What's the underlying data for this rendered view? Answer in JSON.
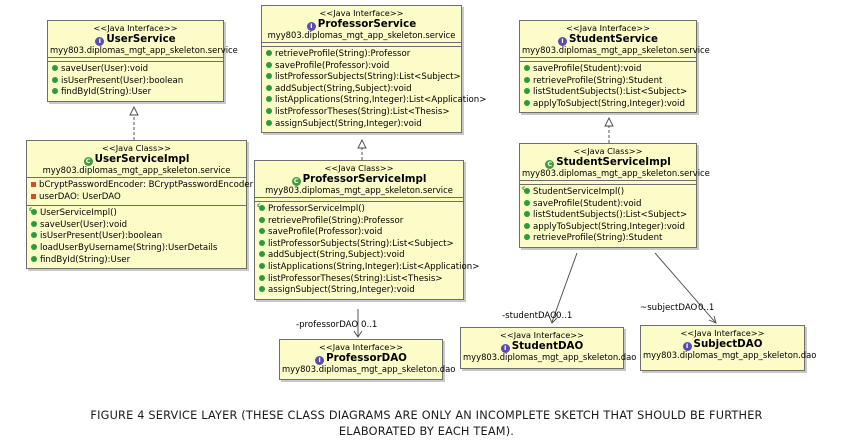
{
  "diagram": {
    "user_service": {
      "stereotype": "<<Java Interface>>",
      "name": "UserService",
      "package": "myy803.diplomas_mgt_app_skeleton.service",
      "methods": [
        "saveUser(User):void",
        "isUserPresent(User):boolean",
        "findById(String):User"
      ]
    },
    "user_service_impl": {
      "stereotype": "<<Java Class>>",
      "name": "UserServiceImpl",
      "package": "myy803.diplomas_mgt_app_skeleton.service",
      "fields": [
        "bCryptPasswordEncoder: BCryptPasswordEncoder",
        "userDAO: UserDAO"
      ],
      "constructor": "UserServiceImpl()",
      "methods": [
        "saveUser(User):void",
        "isUserPresent(User):boolean",
        "loadUserByUsername(String):UserDetails",
        "findById(String):User"
      ]
    },
    "professor_service": {
      "stereotype": "<<Java Interface>>",
      "name": "ProfessorService",
      "package": "myy803.diplomas_mgt_app_skeleton.service",
      "methods": [
        "retrieveProfile(String):Professor",
        "saveProfile(Professor):void",
        "listProfessorSubjects(String):List<Subject>",
        "addSubject(String,Subject):void",
        "listApplications(String,Integer):List<Application>",
        "listProfessorTheses(String):List<Thesis>",
        "assignSubject(String,Integer):void"
      ]
    },
    "professor_service_impl": {
      "stereotype": "<<Java Class>>",
      "name": "ProfessorServiceImpl",
      "package": "myy803.diplomas_mgt_app_skeleton.service",
      "constructor": "ProfessorServiceImpl()",
      "methods": [
        "retrieveProfile(String):Professor",
        "saveProfile(Professor):void",
        "listProfessorSubjects(String):List<Subject>",
        "addSubject(String,Subject):void",
        "listApplications(String,Integer):List<Application>",
        "listProfessorTheses(String):List<Thesis>",
        "assignSubject(String,Integer):void"
      ]
    },
    "professor_dao": {
      "stereotype": "<<Java Interface>>",
      "name": "ProfessorDAO",
      "package": "myy803.diplomas_mgt_app_skeleton.dao"
    },
    "student_service": {
      "stereotype": "<<Java Interface>>",
      "name": "StudentService",
      "package": "myy803.diplomas_mgt_app_skeleton.service",
      "methods": [
        "saveProfile(Student):void",
        "retrieveProfile(String):Student",
        "listStudentSubjects():List<Subject>",
        "applyToSubject(String,Integer):void"
      ]
    },
    "student_service_impl": {
      "stereotype": "<<Java Class>>",
      "name": "StudentServiceImpl",
      "package": "myy803.diplomas_mgt_app_skeleton.service",
      "constructor": "StudentServiceImpl()",
      "methods": [
        "saveProfile(Student):void",
        "listStudentSubjects():List<Subject>",
        "applyToSubject(String,Integer):void",
        "retrieveProfile(String):Student"
      ]
    },
    "student_dao": {
      "stereotype": "<<Java Interface>>",
      "name": "StudentDAO",
      "package": "myy803.diplomas_mgt_app_skeleton.dao"
    },
    "subject_dao": {
      "stereotype": "<<Java Interface>>",
      "name": "SubjectDAO",
      "package": "myy803.diplomas_mgt_app_skeleton.dao"
    },
    "associations": {
      "professor_dao_label": "-professorDAO",
      "professor_dao_mult": "0..1",
      "student_dao_label": "-studentDAO",
      "student_dao_mult": "0..1",
      "subject_dao_label": "~subjectDAO",
      "subject_dao_mult": "0..1"
    },
    "colors": {
      "box_fill": "#fcfcc8",
      "box_border": "#6e6e6e",
      "interface_icon": "#5a4bb0",
      "class_icon": "#3f9b3f",
      "method_icon": "#2c9b3b",
      "private_field_icon": "#d94c2a"
    }
  },
  "caption": {
    "line1": "FIGURE 4 SERVICE LAYER (THESE CLASS DIAGRAMS ARE ONLY AN INCOMPLETE SKETCH  THAT SHOULD BE FURTHER",
    "line2": "ELABORATED BY EACH TEAM)."
  }
}
